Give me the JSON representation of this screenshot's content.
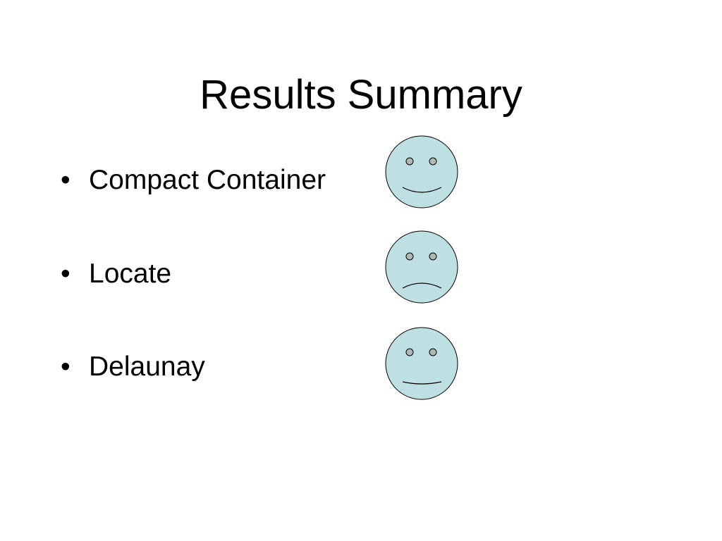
{
  "slide": {
    "title": "Results Summary",
    "bullet_glyph": "•",
    "items": [
      {
        "label": "Compact Container",
        "rating_icon": "smiley-happy-icon"
      },
      {
        "label": "Locate",
        "rating_icon": "smiley-sad-icon"
      },
      {
        "label": "Delaunay",
        "rating_icon": "smiley-content-icon"
      }
    ]
  },
  "colors": {
    "face_fill": "#bfe0e2",
    "face_stroke": "#000000",
    "eye_fill": "#b0b8b8"
  }
}
